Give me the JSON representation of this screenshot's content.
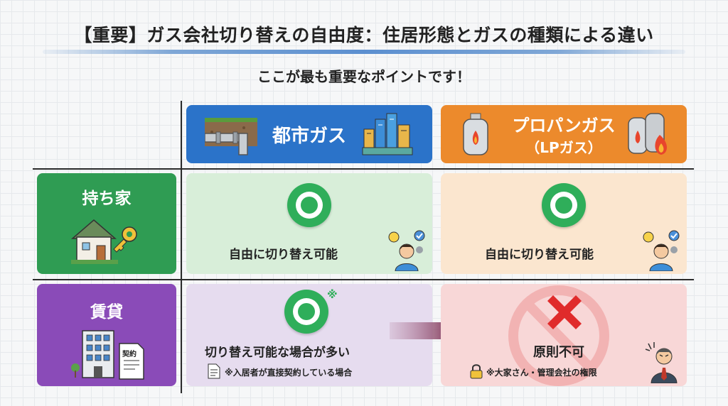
{
  "title": "【重要】ガス会社切り替えの自由度：住居形態とガスの種類による違い",
  "subtitle": "ここが最も重要なポイントです！",
  "columns": {
    "city_gas": {
      "label": "都市ガス",
      "color": "#2b73c9"
    },
    "propane": {
      "label": "プロパンガス",
      "sublabel": "（LPガス）",
      "color": "#ec8a2c"
    }
  },
  "rows": {
    "owned": {
      "label": "持ち家",
      "color": "#2f9c53"
    },
    "rental": {
      "label": "賃貸",
      "color": "#8a4bb8"
    }
  },
  "cells": {
    "owned_city": {
      "mark": "circle",
      "text": "自由に切り替え可能"
    },
    "owned_propane": {
      "mark": "circle",
      "text": "自由に切り替え可能"
    },
    "rental_city": {
      "mark": "circle",
      "asterisk": "※",
      "text": "切り替え可能な場合が多い",
      "note": "※入居者が直接契約している場合"
    },
    "rental_propane": {
      "mark": "cross",
      "text": "原則不可",
      "note": "※大家さん・管理会社の権限"
    }
  },
  "icons": {
    "contract_label": "契約"
  }
}
